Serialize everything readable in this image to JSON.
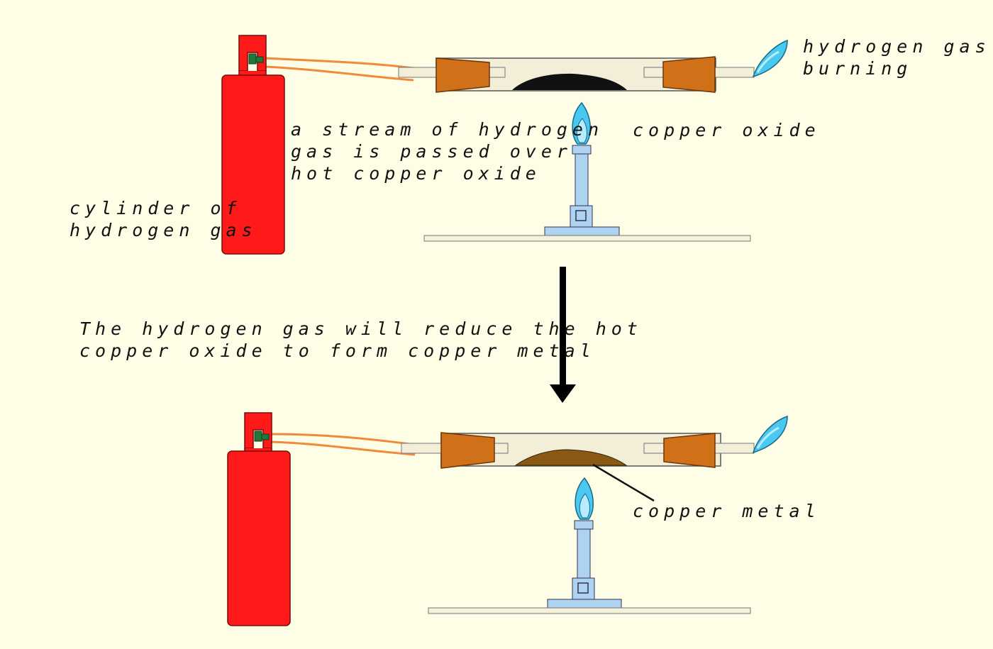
{
  "labels": {
    "hydrogen_burning_1": "hydrogen gas",
    "hydrogen_burning_2": "burning",
    "stream_1": "a stream of hydrogen",
    "stream_2": "gas is passed over",
    "stream_3": "hot copper oxide",
    "copper_oxide": "copper oxide",
    "cylinder_1": "cylinder of",
    "cylinder_2": "hydrogen gas",
    "reduce_1": "The hydrogen gas will reduce the hot",
    "reduce_2": "copper oxide to form copper metal",
    "copper_metal": "copper metal"
  },
  "colors": {
    "background": "#fefde6",
    "cylinder": "#ff1a1a",
    "valve": "#1f7a3a",
    "hose": "#f08a3c",
    "stopper": "#d0711a",
    "tube": "#f2eed8",
    "copper_oxide": "#111111",
    "copper_metal": "#8a5a14",
    "flame_outer": "#49c8f0",
    "flame_inner": "#b7ecff",
    "burner": "#aed3f0",
    "bench": "#f4f1dc",
    "arrow": "#000000"
  },
  "icons": {
    "flame": "flame-icon",
    "arrow": "arrow-down-icon"
  }
}
